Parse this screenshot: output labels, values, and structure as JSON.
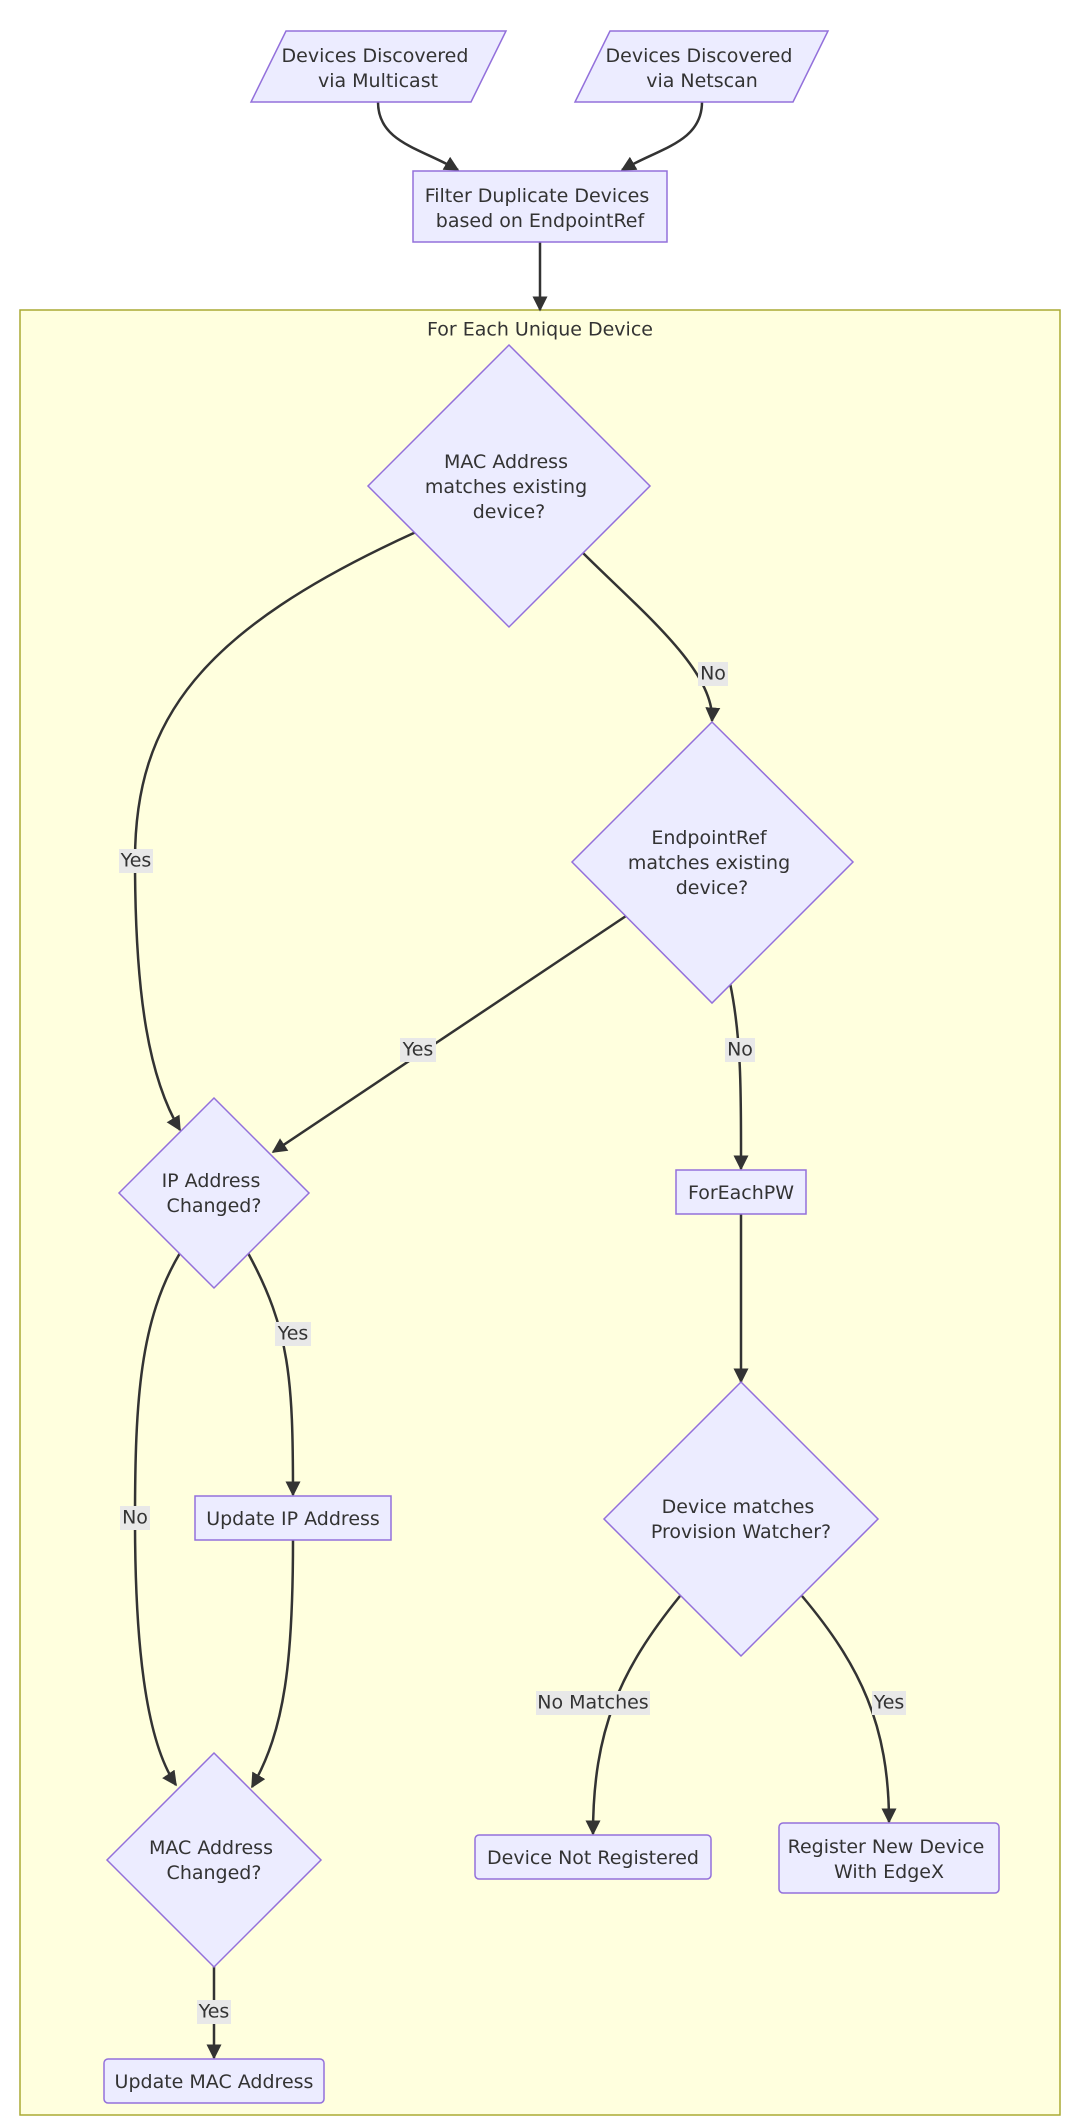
{
  "cluster": {
    "title": "For Each Unique Device"
  },
  "nodes": {
    "multicast": [
      "Devices Discovered",
      "via Multicast"
    ],
    "netscan": [
      "Devices Discovered",
      "via Netscan"
    ],
    "filter": [
      "Filter Duplicate Devices",
      "based on EndpointRef"
    ],
    "mac_match": [
      "MAC Address",
      "matches existing",
      "device?"
    ],
    "ep_match": [
      "EndpointRef",
      "matches existing",
      "device?"
    ],
    "ip_changed": [
      "IP Address",
      "Changed?"
    ],
    "foreach_pw": [
      "ForEachPW"
    ],
    "update_ip": [
      "Update IP Address"
    ],
    "pw_match": [
      "Device matches",
      "Provision Watcher?"
    ],
    "mac_changed": [
      "MAC Address",
      "Changed?"
    ],
    "not_registered": [
      "Device Not Registered"
    ],
    "register_new": [
      "Register New Device",
      "With EdgeX"
    ],
    "update_mac": [
      "Update MAC Address"
    ]
  },
  "edge_labels": {
    "mac_no": "No",
    "mac_yes": "Yes",
    "ep_yes": "Yes",
    "ep_no": "No",
    "ip_yes": "Yes",
    "ip_no": "No",
    "pw_nomatch": "No Matches",
    "pw_yes": "Yes",
    "macchg_yes": "Yes"
  },
  "colors": {
    "node_fill": "#ECECFF",
    "node_stroke": "#9370DB",
    "cluster_fill": "#FFFFDE",
    "cluster_stroke": "#AAAA33",
    "edge": "#333333",
    "label_bg": "#E8E8E8"
  }
}
